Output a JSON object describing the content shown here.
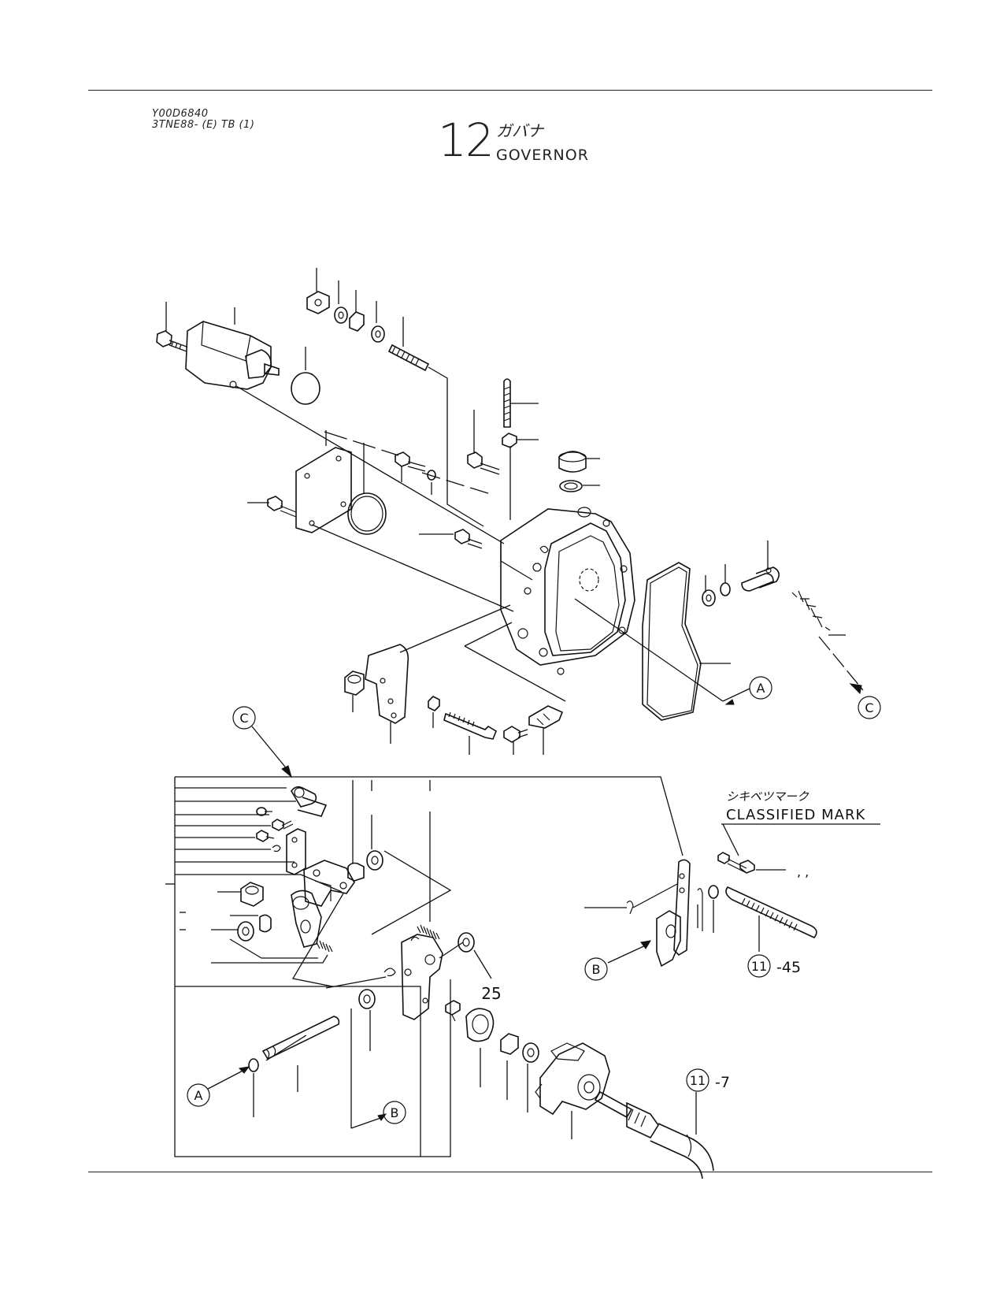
{
  "header": {
    "doc_code": "Y00D6840",
    "model": "3TNE88- (E) TB (1)",
    "section_number": "12",
    "section_title_jp": "ガバナ",
    "section_title_en": "GOVERNOR"
  },
  "diagram": {
    "callout_A": "A",
    "callout_B": "B",
    "callout_C": "C",
    "classified_mark_jp": "シキベツマーク",
    "classified_mark_en": "CLASSIFIED MARK",
    "classified_commas": ",  ,",
    "ref_11": "11",
    "ref_11_suffix_45": "-45",
    "ref_11_suffix_7": "-7",
    "part_25": "25"
  }
}
